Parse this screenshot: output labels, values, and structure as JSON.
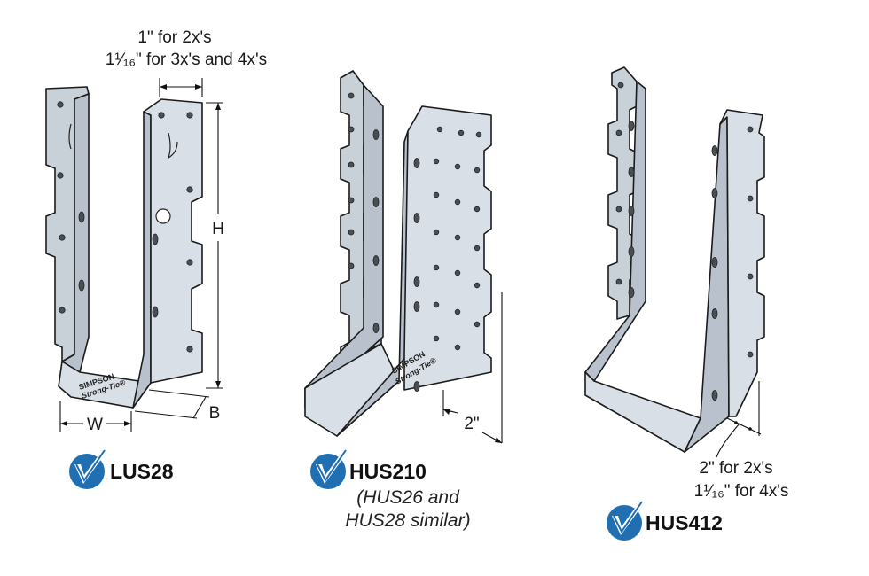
{
  "lus28": {
    "dim_top_line1": "1\" for 2x's",
    "dim_top_line2": "1¹⁄₁₆\" for 3x's and 4x's",
    "dim_h": "H",
    "dim_w": "W",
    "dim_b": "B",
    "label": "LUS28",
    "brand_line1": "SIMPSON",
    "brand_line2": "Strong-Tie®"
  },
  "hus210": {
    "dim_depth": "2\"",
    "label": "HUS210",
    "sub_line1": "(HUS26 and",
    "sub_line2": "HUS28 similar)",
    "brand_line1": "SIMPSON",
    "brand_line2": "Strong-Tie®"
  },
  "hus412": {
    "dim_line1": "2\" for 2x's",
    "dim_line2": "1¹⁄₁₆\" for 4x's",
    "label": "HUS412"
  },
  "colors": {
    "check_badge": "#1f6fb2",
    "steel_light": "#d9dfe6",
    "steel_dark": "#b9c2cc"
  }
}
